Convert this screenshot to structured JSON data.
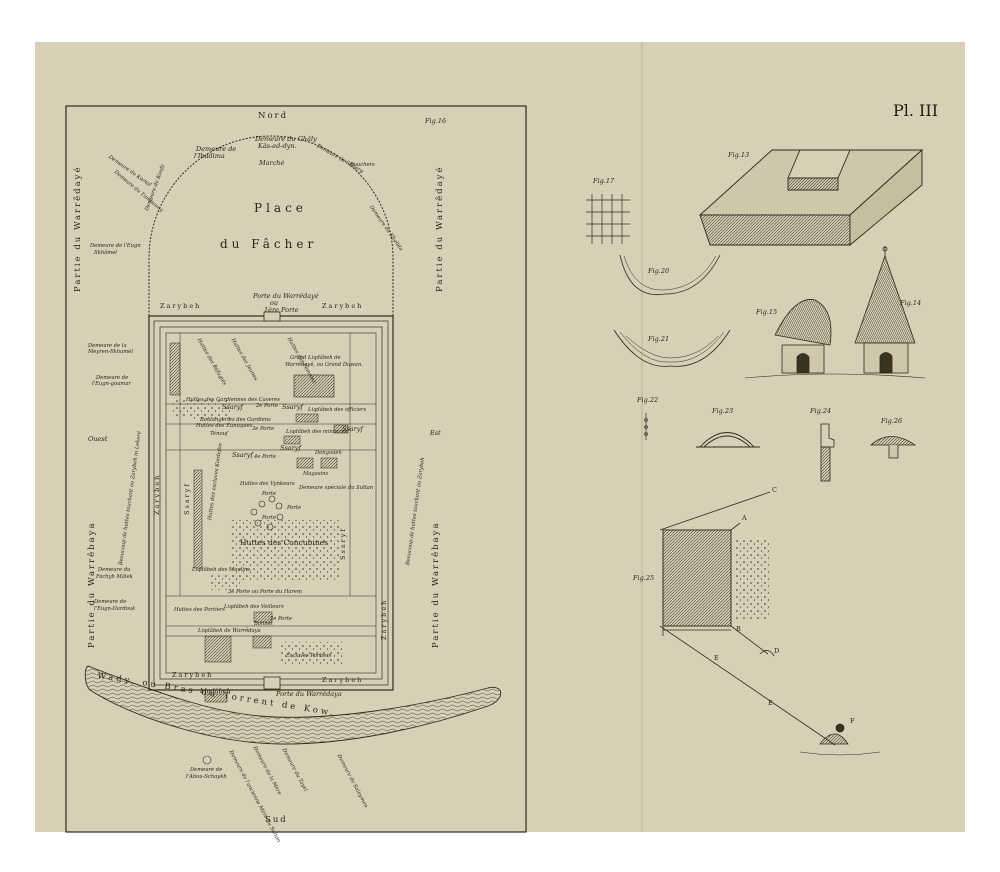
{
  "plate": {
    "title": "Pl. III",
    "map": {
      "fig_label": "Fig.16",
      "north": "Nord",
      "south": "Sud",
      "west": "Ouest",
      "east": "Est",
      "place_title_1": "Place",
      "place_title_2": "du Fâcher",
      "market": "Marché",
      "zaryba_left": "Zarybeh",
      "zaryba_right": "Zarybeh",
      "zaryba_left_side": "Zarybeh",
      "zaryba_right_side": "Zarybeh",
      "porte_top_1": "Porte du Warrêdayé",
      "porte_top_2": "ou",
      "porte_top_3": "1ère Porte",
      "zaryba_bottom_1": "Zarybeh",
      "zaryba_bottom_2": "Zarybeh",
      "porte_bottom": "Porte du Warrêdaya",
      "partie_top_left": "Partie du Warrêdayé",
      "partie_top_right": "Partie du Warrêdayé",
      "partie_bottom_left": "Partie du Warrêbaya",
      "partie_bottom_right": "Partie du Warrêbaya",
      "beaucoup_left": "Beaucoup de huttes touchant au Zarybeh in Lekeré",
      "beaucoup_right": "Beaucoup de huttes touchant au Zarybeh",
      "grand_1": "Grand Liqdâbeh de",
      "grand_2": "Warrêdayé, ou Grand Duwan.",
      "huttes_concubines": "Huttes des Concubines",
      "ssaryf_1": "Ssaryf",
      "ssaryf_2": "Ssaryf",
      "ssaryf_3": "Ssaryf",
      "ssaryf_4": "Ssaryf",
      "ssaryf_5": "Ssaryf",
      "ssaryf_v1": "Ssaryf",
      "ssaryf_v2": "Ssaryf",
      "porte_2": "2e Porte",
      "porte_3": "3e Porte",
      "porte_4": "4e Porte",
      "porte_2b": "2e Porte",
      "porte_5": "3e Porte ou Porte du Harem",
      "tenouf": "Ténouf",
      "huttes_eunuques": "Huttes des Eunuques",
      "liqdabeh_ministres": "Liqdâbeh des ministres",
      "liqdabeh_officiers": "Liqdâbeh des officiers",
      "liqdabeh_veilleurs": "Liqdâbeh des Veilleurs",
      "liqdabeh_warredaya": "Liqdâbeh de Warrêdaya",
      "liqdabeh_bottom": "Liqdâbeh",
      "huttes_portiers": "Huttes des Portiers",
      "esclaves_portiers": "Esclaves Portiers",
      "huttes_vynkeurs": "Huttes des Vynkeurs",
      "demeure_speciale": "Demeure spéciale du Sultan",
      "dongoueh": "Dongoûeh",
      "magasins": "Magasins",
      "porte_a": "Porte",
      "porte_b": "Porte",
      "porte_c": "Porte",
      "bonnet": "Bonnet",
      "lindabeh_moulins": "Liqdâbeh des Moulins",
      "huttes_moulins": "Huttes des esclaves Kordefan",
      "huttes_gardiennes": "Huttes des Gardiennes des Caveres",
      "boulanger": "Boulangeries des Gardiens",
      "huttes_des_refugies": "Huttes des Réfugiés",
      "huttes_des_jeunes": "Huttes des Jeunes",
      "huttes_des_femmes": "Huttes des Femmes",
      "demeure_ghaly_1": "Demeure du Ghâly",
      "demeure_ghaly_2": "Kâs-ed-dyn.",
      "demeure_ibadima_1": "Demeure de",
      "demeure_ibadima_2": "l'Ibadima",
      "demeure_kamal": "Demeure du Kamal",
      "demeure_tumbouny": "Demeure du Tumbouny",
      "demeure_konfa": "Demeure de Konfa",
      "demeure_eberg": "Demeure de l'Eberg",
      "demeure_ilkhamel_1": "Demeure de l'Eugn",
      "demeure_ilkhamel_2": "Ilkhâmel",
      "demeure_mezelas_1": "Demeure de la",
      "demeure_mezelas_2": "Meyren-Ilkhamel",
      "demeure_eugn_1": "Demeure de",
      "demeure_eugn_2": "l'Eugn-goumar",
      "demeure_fachyh_1": "Demeure du",
      "demeure_fachyh_2": "Fachyh Mâlek",
      "demeure_dardouk_1": "Demeure de",
      "demeure_dardouk_2": "l'Eugn-Dardouk",
      "demeure_khalida": "Demeure du Khalida",
      "demeure_abou_1": "Demeure de",
      "demeure_abou_2": "l'Abou-Schaykh",
      "demeure_s1": "Demeure de la Mère",
      "demeure_s2": "Demeure du Tayel",
      "demeure_s3": "Demeure de Saleymen",
      "demeure_s4": "Demeure de l'ancienne Mère du Sultan",
      "river": "Wady, ou Bras du Torrent de Kow.",
      "river_ne": "Bouchers"
    },
    "figures": {
      "fig13": "Fig.13",
      "fig14": "Fig.14",
      "fig15": "Fig.15",
      "fig17": "Fig.17",
      "fig20": "Fig.20",
      "fig21": "Fig.21",
      "fig22": "Fig.22",
      "fig23": "Fig.23",
      "fig24": "Fig.24",
      "fig25": "Fig.25",
      "fig26": "Fig.26",
      "pt_a": "A",
      "pt_b": "B",
      "pt_c": "C",
      "pt_d": "D",
      "pt_e1": "E",
      "pt_e2": "E",
      "pt_f": "F"
    }
  }
}
